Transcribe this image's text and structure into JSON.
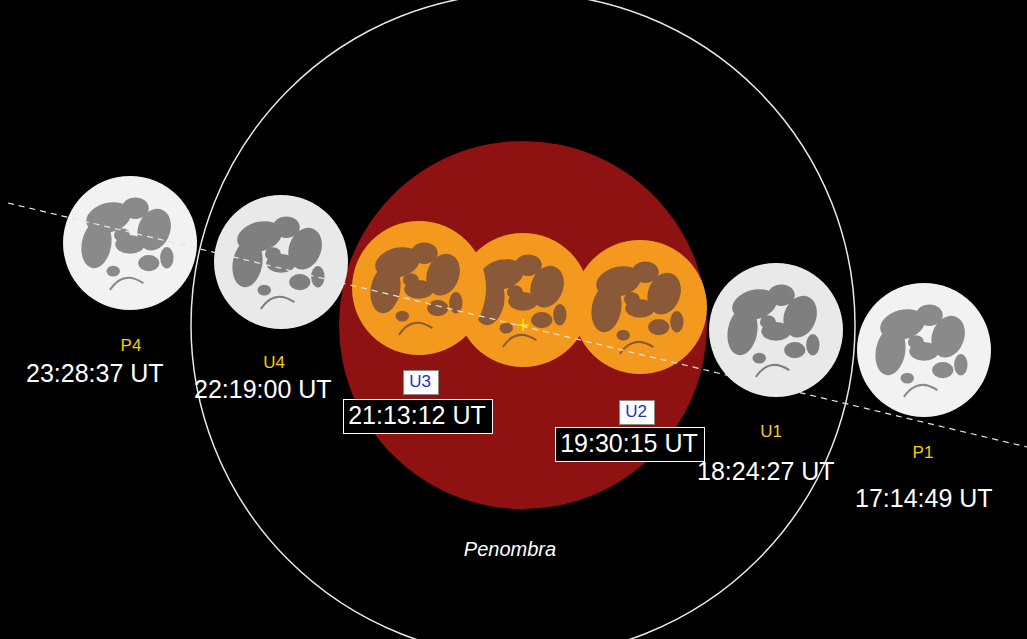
{
  "diagram": {
    "nodes": [
      {
        "text": [
          "U3"
        ]
      },
      {
        "text": [
          "21:13:12 UT"
        ]
      },
      {
        "text": [
          "U2"
        ]
      },
      {
        "text": [
          "19:30:15 UT"
        ]
      }
    ],
    "labels": [
      "P4",
      "23:28:37 UT",
      "U4",
      "22:19:00 UT",
      "U1",
      "18:24:27 UT",
      "P1",
      "17:14:49 UT",
      "Penombra"
    ]
  }
}
